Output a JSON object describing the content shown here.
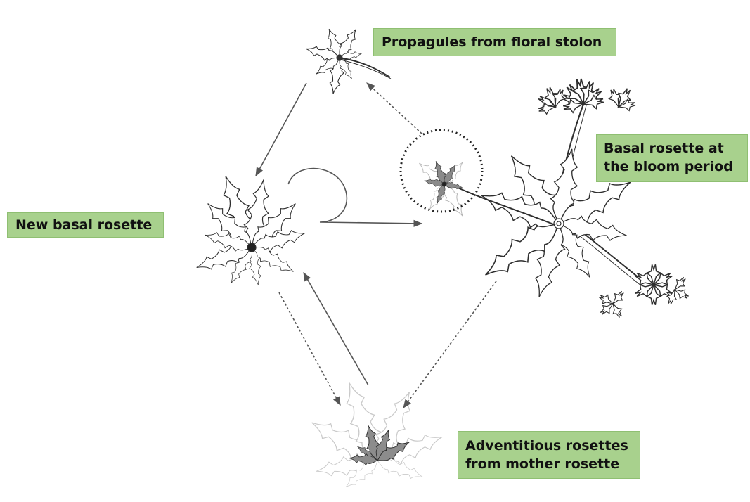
{
  "labels": {
    "propagules": "Propagules from floral stolon",
    "basal_line1": "Basal rosette at",
    "basal_line2": "the bloom period",
    "new_rosette": "New basal rosette",
    "advent_line1": "Adventitious rosettes",
    "advent_line2": "from mother rosette"
  },
  "colors": {
    "label_fill": "#a8d18d",
    "arrow": "#555555",
    "plant_stroke": "#2e2e2e"
  }
}
